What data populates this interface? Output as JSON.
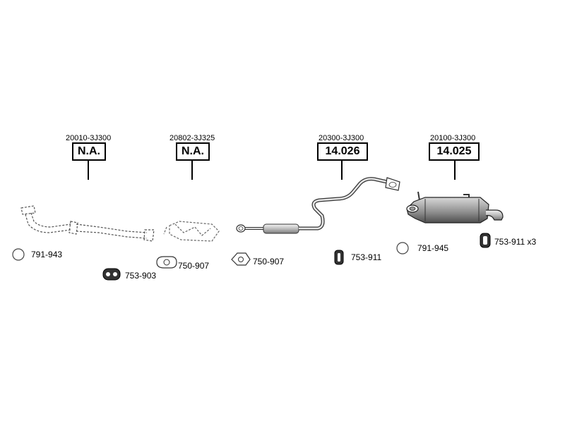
{
  "assemblies": [
    {
      "oem": "20010-3J300",
      "ref": "N.A."
    },
    {
      "oem": "20802-3J325",
      "ref": "N.A."
    },
    {
      "oem": "20300-3J300",
      "ref": "14.026"
    },
    {
      "oem": "20100-3J300",
      "ref": "14.025"
    }
  ],
  "accessories": [
    {
      "label": "791-943"
    },
    {
      "label": "753-903"
    },
    {
      "label": "750-907"
    },
    {
      "label": "750-907"
    },
    {
      "label": "753-911"
    },
    {
      "label": "791-945"
    },
    {
      "label": "753-911 x3"
    }
  ]
}
